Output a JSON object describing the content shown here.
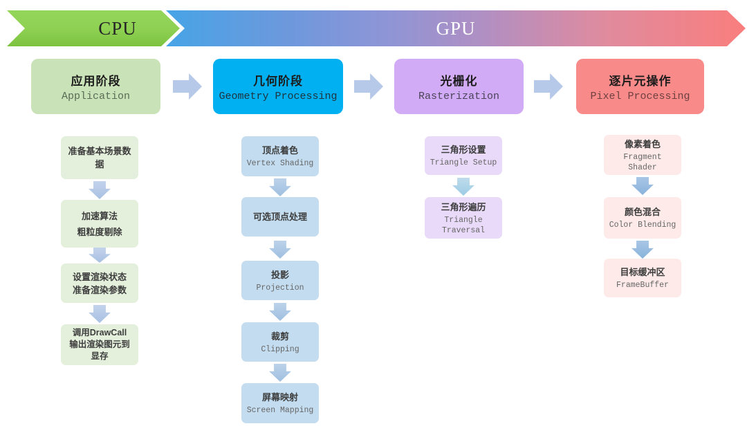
{
  "banner": {
    "cpu_label": "CPU",
    "gpu_label": "GPU",
    "cpu_color": "#8ed052",
    "gpu_gradient_start": "#46a4e6",
    "gpu_gradient_end": "#f97e7d"
  },
  "colors": {
    "stage_application_fill": "#c9e2b7",
    "stage_geometry_fill": "#01b0f0",
    "stage_rasterization_fill": "#d2abf7",
    "stage_pixel_fill": "#f98a8a",
    "step_green_fill": "#e4f0dc",
    "step_blue_fill": "#c3dcef",
    "step_purple_fill": "#e8daf8",
    "step_pink_fill": "#fdeae9",
    "connector_arrow_fill": "#b6c9e8"
  },
  "stages": [
    {
      "title_zh": "应用阶段",
      "title_en": "Application",
      "steps": [
        {
          "zh": "准备基本场景数\n据",
          "en": ""
        },
        {
          "zh": "加速算法\n粗粒度剔除",
          "en": ""
        },
        {
          "zh": "设置渲染状态\n准备渲染参数",
          "en": ""
        },
        {
          "zh": "调用DrawCall\n输出渲染图元到\n显存",
          "en": ""
        }
      ]
    },
    {
      "title_zh": "几何阶段",
      "title_en": "Geometry Processing",
      "steps": [
        {
          "zh": "顶点着色",
          "en": "Vertex Shading"
        },
        {
          "zh": "可选顶点处理",
          "en": ""
        },
        {
          "zh": "投影",
          "en": "Projection"
        },
        {
          "zh": "裁剪",
          "en": "Clipping"
        },
        {
          "zh": "屏幕映射",
          "en": "Screen Mapping"
        }
      ]
    },
    {
      "title_zh": "光栅化",
      "title_en": "Rasterization",
      "steps": [
        {
          "zh": "三角形设置",
          "en": "Triangle Setup"
        },
        {
          "zh": "三角形遍历",
          "en": "Triangle\nTraversal"
        }
      ]
    },
    {
      "title_zh": "逐片元操作",
      "title_en": "Pixel Processing",
      "steps": [
        {
          "zh": "像素着色",
          "en": "Fragment\nShader"
        },
        {
          "zh": "颜色混合",
          "en": "Color Blending"
        },
        {
          "zh": "目标缓冲区",
          "en": "FrameBuffer"
        }
      ]
    }
  ]
}
